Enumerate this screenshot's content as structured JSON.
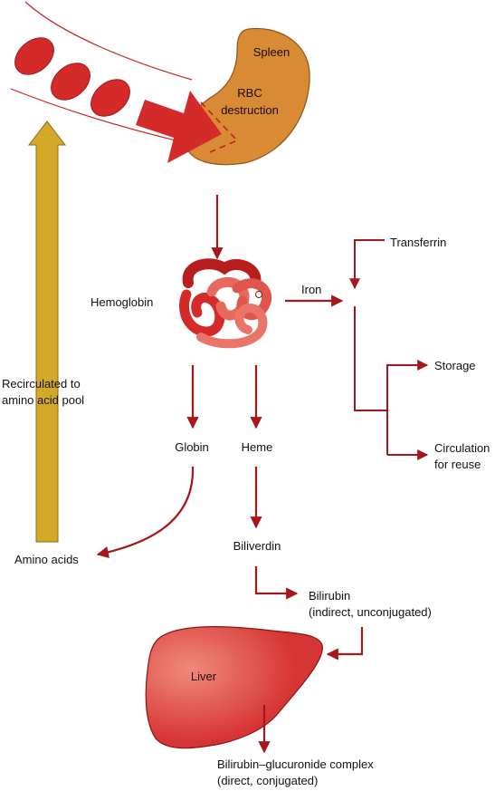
{
  "colors": {
    "arrow": "#a6161a",
    "rbc": "#d42a2a",
    "spleen": "#d98a34",
    "liver": "#d63535",
    "recirculation_arrow": "#d4a92a"
  },
  "spleen": {
    "title": "Spleen",
    "line1": "RBC",
    "line2": "destruction"
  },
  "hemoglobin": "Hemoglobin",
  "iron": "Iron",
  "transferrin": "Transferrin",
  "storage": "Storage",
  "circulation": {
    "line1": "Circulation",
    "line2": "for reuse"
  },
  "globin": "Globin",
  "heme": "Heme",
  "amino_acids": "Amino acids",
  "recirculated": {
    "line1": "Recirculated to",
    "line2": "amino acid pool"
  },
  "biliverdin": "Biliverdin",
  "bilirubin": {
    "line1": "Bilirubin",
    "line2": "(indirect, unconjugated)"
  },
  "liver": "Liver",
  "complex": {
    "line1": "Bilirubin–glucuronide complex",
    "line2": "(direct, conjugated)"
  }
}
